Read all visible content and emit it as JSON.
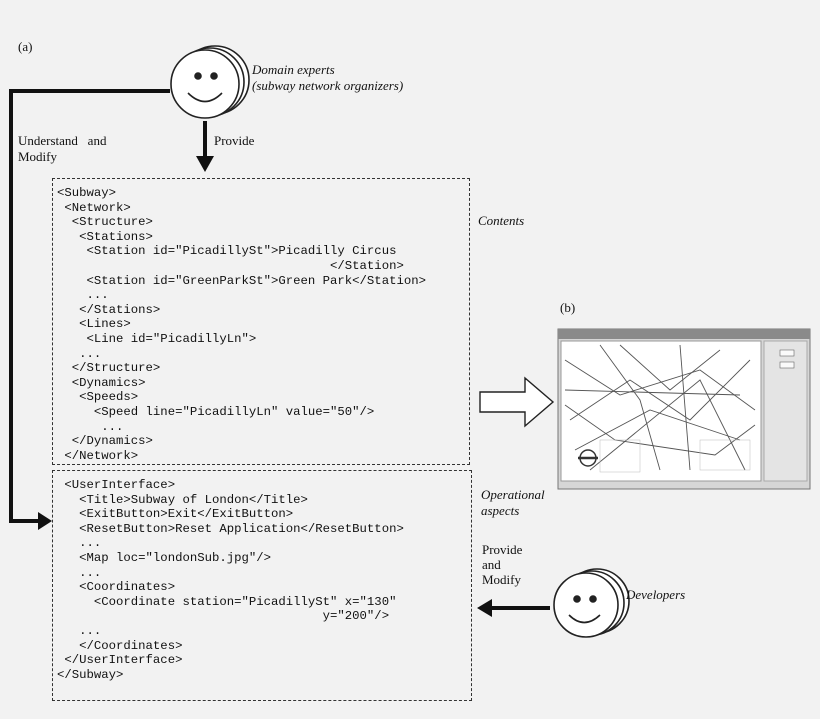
{
  "panel_a_label": "(a)",
  "panel_b_label": "(b)",
  "domain_experts": {
    "line1": "Domain experts",
    "line2": "(subway network organizers)"
  },
  "understand_modify": {
    "line1": "Understand   and",
    "line2": "Modify"
  },
  "provide_label": "Provide",
  "contents_label": "Contents",
  "operational_label": {
    "line1": "Operational",
    "line2": "aspects"
  },
  "provide_modify_label": {
    "line1": "Provide",
    "line2": "and",
    "line3": "Modify"
  },
  "developers_label": "Developers",
  "contents_code": [
    "<Subway>",
    " <Network>",
    "  <Structure>",
    "   <Stations>",
    "    <Station id=\"PicadillySt\">Picadilly Circus",
    "                                     </Station>",
    "    <Station id=\"GreenParkSt\">Green Park</Station>",
    "    ...",
    "   </Stations>",
    "   <Lines>",
    "    <Line id=\"PicadillyLn\">",
    "   ...",
    "  </Structure>",
    "  <Dynamics>",
    "   <Speeds>",
    "     <Speed line=\"PicadillyLn\" value=\"50\"/>",
    "      ...",
    "  </Dynamics>",
    " </Network>"
  ],
  "operational_code": [
    " <UserInterface>",
    "   <Title>Subway of London</Title>",
    "   <ExitButton>Exit</ExitButton>",
    "   <ResetButton>Reset Application</ResetButton>",
    "   ...",
    "   <Map loc=\"londonSub.jpg\"/>",
    "   ...",
    "   <Coordinates>",
    "     <Coordinate station=\"PicadillySt\" x=\"130\"",
    "                                    y=\"200\"/>",
    "   ...",
    "   </Coordinates>",
    " </UserInterface>",
    "</Subway>"
  ]
}
